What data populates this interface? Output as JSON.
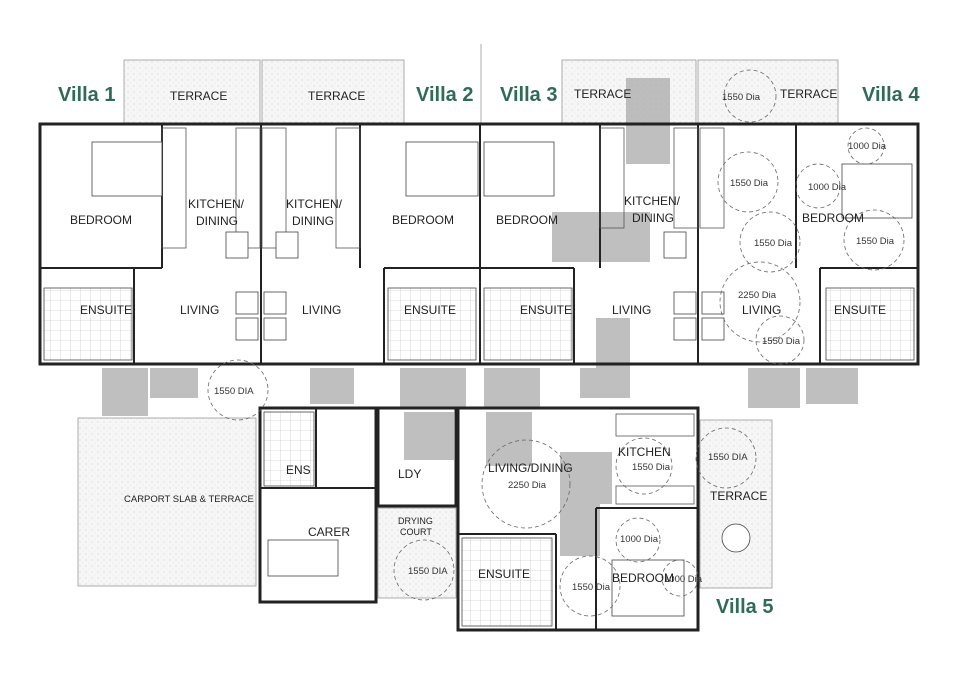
{
  "villas": {
    "v1": "Villa 1",
    "v2": "Villa 2",
    "v3": "Villa 3",
    "v4": "Villa 4",
    "v5": "Villa 5"
  },
  "rooms": {
    "terrace": "TERRACE",
    "bedroom": "BEDROOM",
    "kitchen_line1": "KITCHEN/",
    "kitchen_line2": "DINING",
    "ensuite": "ENSUITE",
    "living": "LIVING",
    "ens": "ENS",
    "carer": "CARER",
    "ldy": "LDY",
    "drying_line1": "DRYING",
    "drying_line2": "COURT",
    "carport": "CARPORT SLAB & TERRACE",
    "living_dining": "LIVING/DINING",
    "kitchen": "KITCHEN"
  },
  "dims": {
    "d1550_upper": "1550 DIA",
    "d1550": "1550 Dia",
    "d1000": "1000 Dia",
    "d2250": "2250 Dia"
  }
}
